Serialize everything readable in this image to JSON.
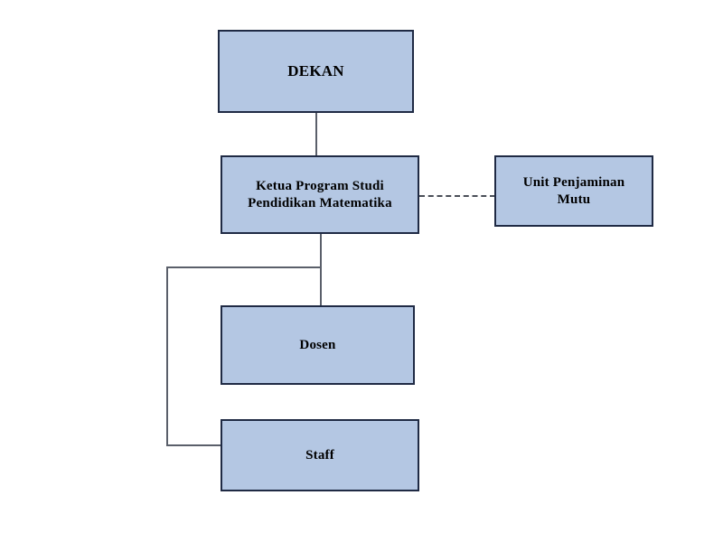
{
  "diagram": {
    "type": "org-chart",
    "title": "",
    "colors": {
      "node_fill": "#b4c7e3",
      "node_border": "#1f2a44",
      "connector": "#5a5f6a",
      "background": "#ffffff",
      "text": "#000000"
    },
    "nodes": [
      {
        "id": "dekan",
        "label": "DEKAN"
      },
      {
        "id": "ketua",
        "label": "Ketua Program Studi\nPendidikan Matematika"
      },
      {
        "id": "unit",
        "label": "Unit Penjaminan\nMutu"
      },
      {
        "id": "dosen",
        "label": "Dosen"
      },
      {
        "id": "staff",
        "label": "Staff"
      }
    ],
    "connectors": [
      {
        "from": "dekan",
        "to": "ketua",
        "style": "solid"
      },
      {
        "from": "ketua",
        "to": "unit",
        "style": "dashed"
      },
      {
        "from": "ketua",
        "to": "dosen",
        "style": "solid"
      },
      {
        "from": "ketua",
        "to": "staff",
        "style": "solid"
      }
    ]
  }
}
